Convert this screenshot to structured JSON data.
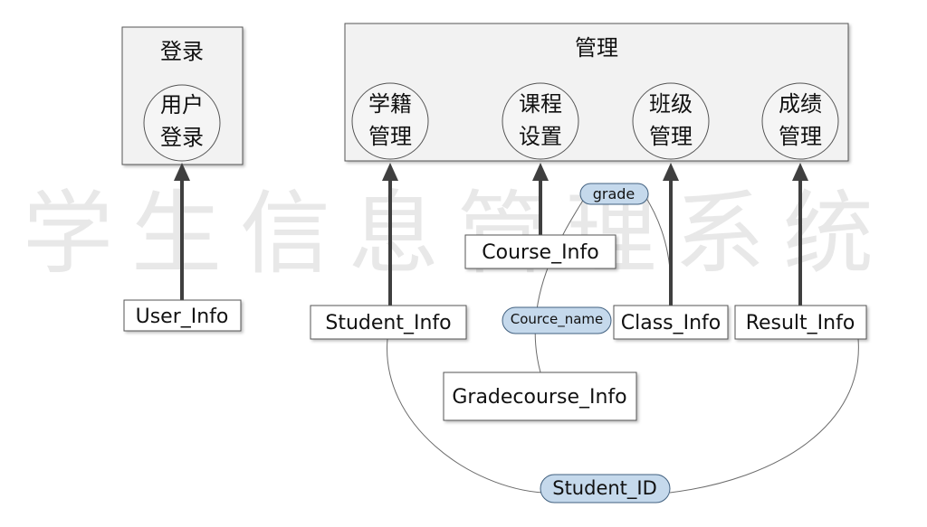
{
  "watermark": [
    "学",
    "生",
    "信",
    "息",
    "管",
    "理",
    "系",
    "统"
  ],
  "login_group": {
    "title": "登录",
    "circles": [
      {
        "line1": "用户",
        "line2": "登录"
      }
    ]
  },
  "manage_group": {
    "title": "管理",
    "circles": [
      {
        "line1": "学籍",
        "line2": "管理"
      },
      {
        "line1": "课程",
        "line2": "设置"
      },
      {
        "line1": "班级",
        "line2": "管理"
      },
      {
        "line1": "成绩",
        "line2": "管理"
      }
    ]
  },
  "tables": {
    "user_info": "User_Info",
    "student_info": "Student_Info",
    "course_info": "Course_Info",
    "class_info": "Class_Info",
    "result_info": "Result_Info",
    "gradecourse_info": "Gradecourse_Info"
  },
  "keys": {
    "grade": "grade",
    "cource_name": "Cource_name",
    "student_id": "Student_ID"
  },
  "colors": {
    "group_fill": "#f2f2f2",
    "circle_fill": "#f5f5f5",
    "arrow": "#3f3f3f",
    "key_fill": "#c5d9ec",
    "key_stroke": "#41607f",
    "watermark": "#e8e8e8"
  }
}
